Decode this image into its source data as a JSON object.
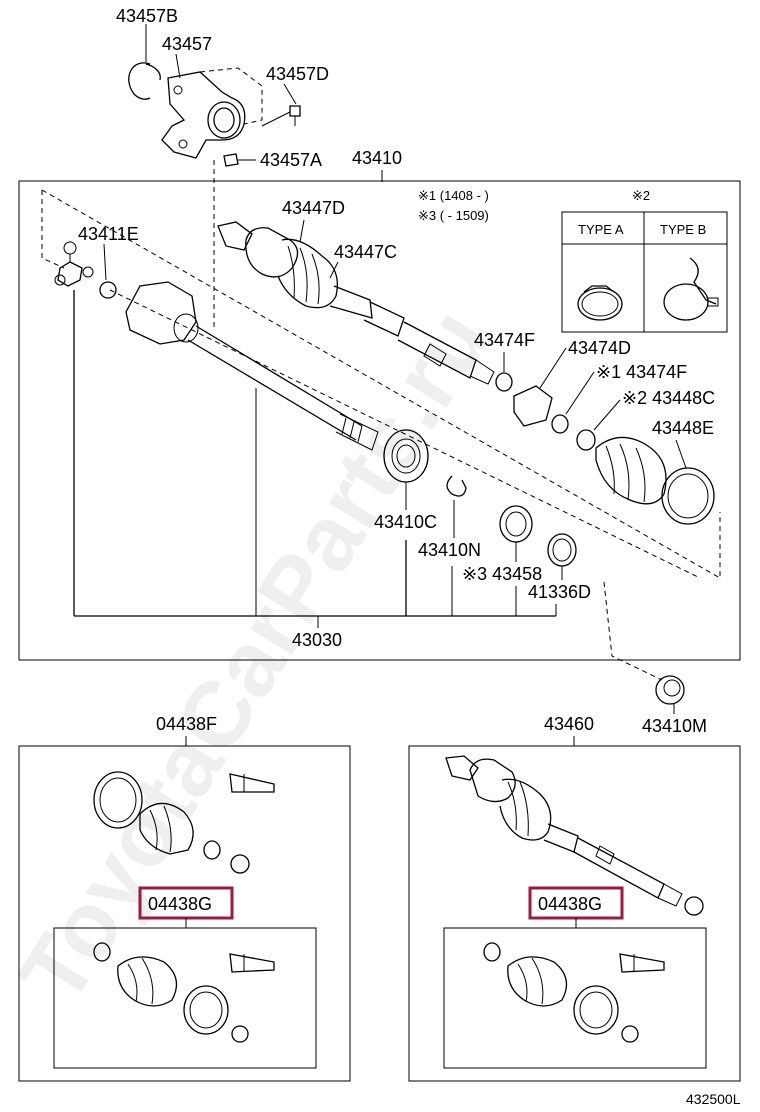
{
  "labels": {
    "p43457B": "43457B",
    "p43457": "43457",
    "p43457D": "43457D",
    "p43457A": "43457A",
    "p43410": "43410",
    "p43447D": "43447D",
    "p43447C": "43447C",
    "p43411E": "43411E",
    "p43474F_a": "43474F",
    "p43474D": "43474D",
    "p43474F_b": "※1 43474F",
    "p43448C": "※2 43448C",
    "p43448E": "43448E",
    "p43410C": "43410C",
    "p43410N": "43410N",
    "p43458": "※3 43458",
    "p41336D": "41336D",
    "p43030": "43030",
    "p43410M": "43410M",
    "p04438F": "04438F",
    "p43460": "43460",
    "p04438G_left": "04438G",
    "p04438G_right": "04438G"
  },
  "notes": {
    "note1": "※1 (1408 -        )",
    "note3": "※3 (        - 1509)",
    "type_table_mark": "※2",
    "type_a": "TYPE A",
    "type_b": "TYPE B"
  },
  "footer": {
    "code": "432500L"
  },
  "watermark": "ToyotaCarParts.ru",
  "colors": {
    "highlight": "#9a1b3c"
  }
}
